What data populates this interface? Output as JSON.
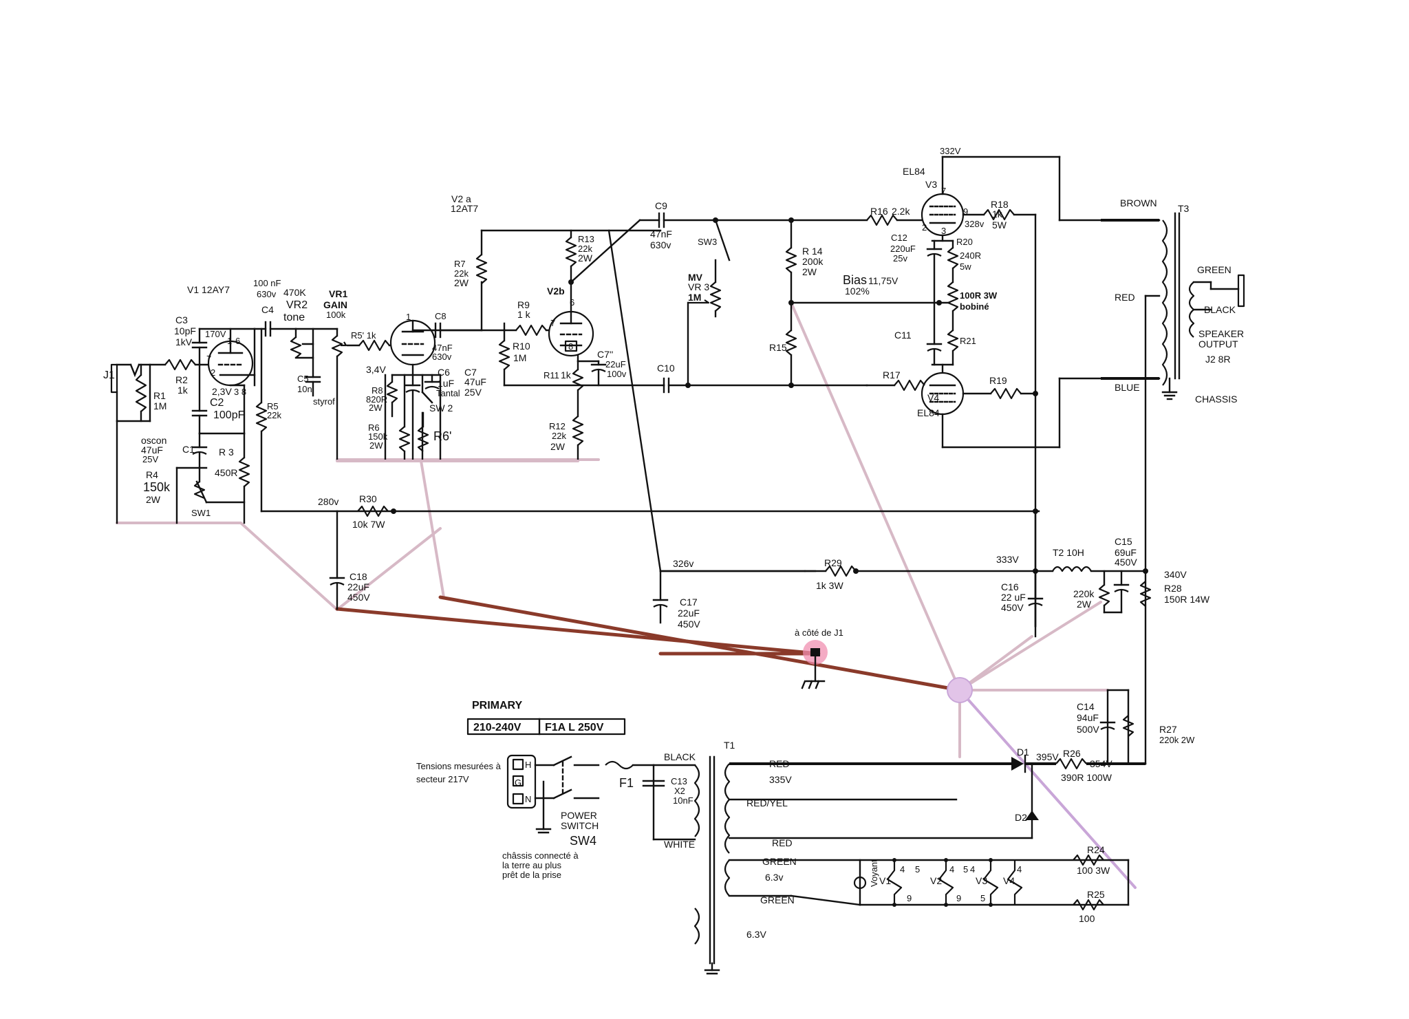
{
  "labels": {
    "j1": "J1",
    "r1": "R1",
    "r1v": "1M",
    "r2": "R2",
    "r2v": "1k",
    "c3": "C3",
    "c3v1": "10pF",
    "c3v2": "1kV",
    "v1": "V1 12AY7",
    "v1_170": "170V",
    "v1_pin1": "1",
    "v1_pin6": "6",
    "v1_pin7": "7",
    "v1_pin2": "2",
    "v1_pin38": "3  8",
    "v1_23": "2,3V",
    "c2": "C2",
    "c2v": "100pF",
    "oscon": "oscon",
    "oscon_v1": "47uF",
    "oscon_v2": "25V",
    "c1": "C1",
    "r4": "R4",
    "r4v1": "150k",
    "r4v2": "2W",
    "r3": "R 3",
    "r3v": "450R",
    "sw1": "SW1",
    "r5": "R5",
    "r5v": "22k",
    "c4v1": "100 nF",
    "c4v2": "630v",
    "c4": "C4",
    "vr2v": "470K",
    "vr2": "VR2",
    "tone": "tone",
    "c5": "C5",
    "c5v": "10n",
    "styrof": "styrof",
    "vr1": "VR1",
    "gain": "GAIN",
    "vr1v": "100k",
    "r5p": "R5'  1k",
    "v2a1": "V2 a",
    "v2a2": "12AT7",
    "r7": "R7",
    "r7v1": "22k",
    "r7v2": "2W",
    "c8": "C8",
    "c8v1": "47nF",
    "c8v2": "630v",
    "v2a_1": "1",
    "v2a_34": "3,4V",
    "r8": "R8",
    "r8v1": "820R",
    "r8v2": "2W",
    "c6": "C6",
    "c6v1": "1uF",
    "c6v2": "Tantal",
    "sw2": "SW 2",
    "r6": "R6",
    "r6v1": "150k",
    "r6v2": "2W",
    "r6p": "R6'",
    "c7": "C7",
    "c7v1": "47uF",
    "c7v2": "25V",
    "r9": "R9",
    "r9v": "1 k",
    "r10": "R10",
    "r10v": "1M",
    "r13": "R13",
    "r13v1": "22k",
    "r13v2": "2W",
    "v2b": "V2b",
    "v2b_6": "6",
    "v2b_7": "7",
    "v2b_8": "8",
    "r11": "R11",
    "r11v": "1k",
    "c7pp": "C7''",
    "c7ppv1": "22uF",
    "c7ppv2": "100v",
    "r12": "R12",
    "r12v1": "22k",
    "r12v2": "2W",
    "c9": "C9",
    "c9v1": "47nF",
    "c9v2": "630v",
    "sw3": "SW3",
    "mv": "MV",
    "vr3": "VR 3",
    "vr3v": "1M",
    "c10": "C10",
    "r14": "R 14",
    "r14v1": "200k",
    "r14v2": "2W",
    "r15": "R15",
    "bias": "Bias",
    "biasv": "11,75V",
    "biasp": "102%",
    "r16": "R16",
    "r16v": "2.2k",
    "r17": "R17",
    "v332": "332V",
    "el84_top": "EL84",
    "v3": "V3",
    "v3_7": "7",
    "v3_9": "9",
    "v3_2": "2",
    "v3_3": "3",
    "v328": "328v",
    "r18": "R18",
    "r18v1": "1k",
    "r18v2": "5W",
    "c12": "C12",
    "c12v1": "220uF",
    "c12v2": "25v",
    "r20": "R20",
    "r20v1": "240R",
    "r20v2": "5w",
    "pot100": "100R 3W",
    "bobine": "bobiné",
    "c11": "C11",
    "r21": "R21",
    "v4": "V4",
    "el84_bot": "EL84",
    "r19": "R19",
    "brown": "BROWN",
    "t3": "T3",
    "red_t3": "RED",
    "blue": "BLUE",
    "green_out": "GREEN",
    "black_out": "BLACK",
    "spk1": "SPEAKER",
    "spk2": "OUTPUT",
    "j2": "J2  8R",
    "chassis": "CHASSIS",
    "v280": "280v",
    "r30": "R30",
    "r30v": "10k  7W",
    "c18": "C18",
    "c18v1": "22uF",
    "c18v2": "450V",
    "v326": "326v",
    "r29": "R29",
    "r29v": "1k    3W",
    "c17": "C17",
    "c17v1": "22uF",
    "c17v2": "450V",
    "v333": "333V",
    "t2": "T2  10H",
    "c15": "C15",
    "c15v1": "69uF",
    "c15v2": "450V",
    "v340": "340V",
    "r28": "R28",
    "r28v": "150R 14W",
    "c16": "C16",
    "c16v1": "22 uF",
    "c16v2": "450V",
    "r220k1": "220k",
    "r220k2": "2W",
    "a_cote": "à côté de J1",
    "primary": "PRIMARY",
    "mains_v": "210-240V",
    "fuse_rating": "F1A  L  250V",
    "tens1": "Tensions mesurées à",
    "tens2": "secteur   217V",
    "plug_h": "H",
    "plug_g": "G",
    "plug_n": "N",
    "chassis_note1": "châssis connecté à",
    "chassis_note2": "la terre au plus",
    "chassis_note3": "prêt de la prise",
    "power1": "POWER",
    "power2": "SWITCH",
    "sw4": "SW4",
    "f1": "F1",
    "black_pri": "BLACK",
    "c13": "C13",
    "c13v1": "X2",
    "c13v2": "10nF",
    "white": "WHITE",
    "t1": "T1",
    "red_sec": "RED",
    "v335": "335V",
    "red_yel": "RED/YEL",
    "red_sec2": "RED",
    "green1": "GREEN",
    "v63": "6.3v",
    "green2": "GREEN",
    "v63b": "6.3V",
    "d1": "D1",
    "v395": "395V",
    "r26": "R26",
    "r26v": "390R 100W",
    "v354": "354V",
    "d2": "D2",
    "c14": "C14",
    "c14v1": "94uF",
    "c14v2": "500V",
    "r27": "R27",
    "r27v": "220k 2W",
    "r24": "R24",
    "r24v": "100  3W",
    "r25": "R25",
    "r25v": "100",
    "voyant": "Voyant",
    "h_v1": "V1",
    "h_v2": "V2",
    "h_v3": "V3",
    "h_v4": "V4",
    "h4a": "4",
    "h5a": "5",
    "h9a": "9",
    "h4b": "4",
    "h5b": "5",
    "h9b": "9",
    "h4c": "4",
    "h5c": "5",
    "h4d": "4"
  },
  "colors": {
    "ink": "#111111",
    "ground_wire": "#d7b9c6",
    "ground_dark": "#8a3a2a",
    "star_ground": "#e2c4e8",
    "star_ground_j1": "#f08fb0"
  }
}
